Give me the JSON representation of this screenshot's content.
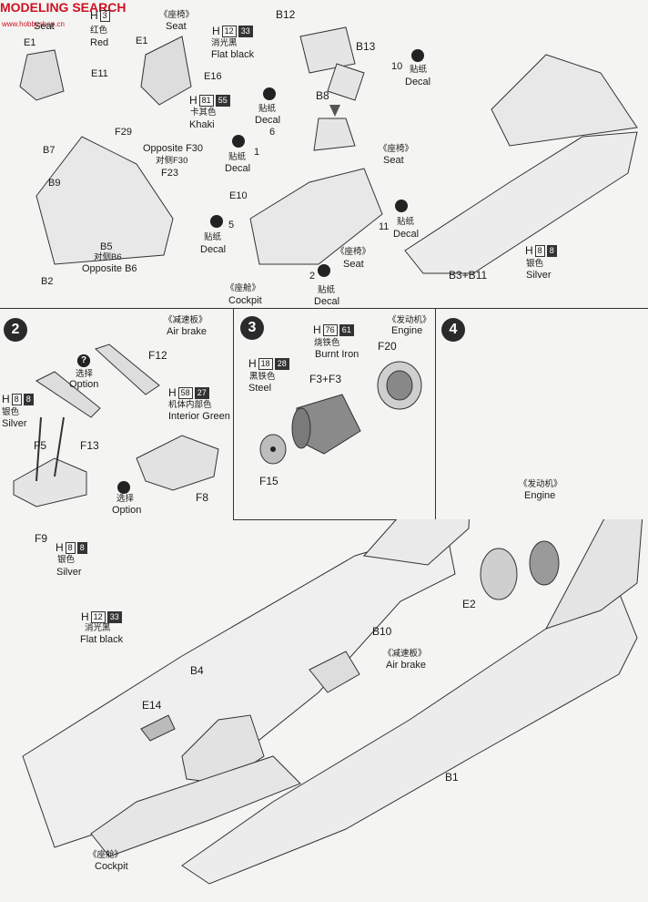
{
  "watermark": {
    "brand": "MODELING SEARCH",
    "site": "www.hobbyshop.cn"
  },
  "steps": {
    "s2": "2",
    "s3": "3",
    "s4": "4"
  },
  "step1": {
    "seat_top": "Seat",
    "e1a": "E1",
    "e11": "E11",
    "h3": "H",
    "h3code": "3",
    "h3cn": "红色",
    "h3en": "Red",
    "e1b": "E1",
    "seat_cn": "《座椅》",
    "seat_en": "Seat",
    "h12": "H",
    "h12code": "12",
    "h12num": "33",
    "h12cn": "消光黑",
    "h12en": "Flat black",
    "e16": "E16",
    "h81": "H",
    "h81code": "81",
    "h81num": "55",
    "h81cn": "卡其色",
    "h81en": "Khaki",
    "b12": "B12",
    "b13": "B13",
    "b8": "B8",
    "d10": "10",
    "d10cn": "贴纸",
    "d10en": "Decal",
    "f29": "F29",
    "opp_f30": "Opposite F30",
    "opp_f30cn": "对侧F30",
    "f23": "F23",
    "b7": "B7",
    "b9": "B9",
    "b5": "B5",
    "b5cn": "对侧B6",
    "opp_b6": "Opposite B6",
    "b2": "B2",
    "decal_a_cn": "贴纸",
    "decal_a_en": "Decal",
    "d6": "6",
    "d1": "1",
    "decal_b_cn": "贴纸",
    "decal_b_en": "Decal",
    "seat2_cn": "《座椅》",
    "seat2_en": "Seat",
    "e10": "E10",
    "d5": "5",
    "d5cn": "贴纸",
    "d5en": "Decal",
    "d11": "11",
    "d11cn": "贴纸",
    "d11en": "Decal",
    "seat3_cn": "《座椅》",
    "seat3_en": "Seat",
    "d2": "2",
    "d2cn": "贴纸",
    "d2en": "Decal",
    "cockpit_cn": "《座舱》",
    "cockpit_en": "Cockpit",
    "h8": "H",
    "h8code": "8",
    "h8num": "8",
    "h8cn": "银色",
    "h8en": "Silver",
    "b3b11": "B3+B11"
  },
  "step2": {
    "title_cn": "《减速板》",
    "title_en": "Air brake",
    "f12": "F12",
    "opt_cn": "选择",
    "opt_en": "Option",
    "h8": "H",
    "h8code": "8",
    "h8num": "8",
    "h8cn": "银色",
    "h8en": "Silver",
    "h58": "H",
    "h58code": "58",
    "h58num": "27",
    "h58cn": "机体内部色",
    "h58en": "Interior Green",
    "f5": "F5",
    "f13": "F13",
    "f8": "F8",
    "opt2_cn": "选择",
    "opt2_en": "Option",
    "f9": "F9",
    "h8b": "H",
    "h8bcode": "8",
    "h8bnum": "8",
    "h8bcn": "银色",
    "h8ben": "Silver"
  },
  "step3": {
    "title_cn": "《发动机》",
    "title_en": "Engine",
    "h76": "H",
    "h76code": "76",
    "h76num": "61",
    "h76cn": "烧铁色",
    "h76en": "Burnt Iron",
    "f20": "F20",
    "h18": "H",
    "h18code": "18",
    "h18num": "28",
    "h18cn": "黑铁色",
    "h18en": "Steel",
    "f3f3": "F3+F3",
    "f15": "F15"
  },
  "step4": {
    "engine_cn": "《发动机》",
    "engine_en": "Engine",
    "e2": "E2",
    "b10": "B10",
    "ab_cn": "《减速板》",
    "ab_en": "Air brake",
    "h12": "H",
    "h12code": "12",
    "h12num": "33",
    "h12cn": "消光黑",
    "h12en": "Flat black",
    "b4": "B4",
    "e14": "E14",
    "b1": "B1",
    "cockpit_cn": "《座舱》",
    "cockpit_en": "Cockpit"
  }
}
